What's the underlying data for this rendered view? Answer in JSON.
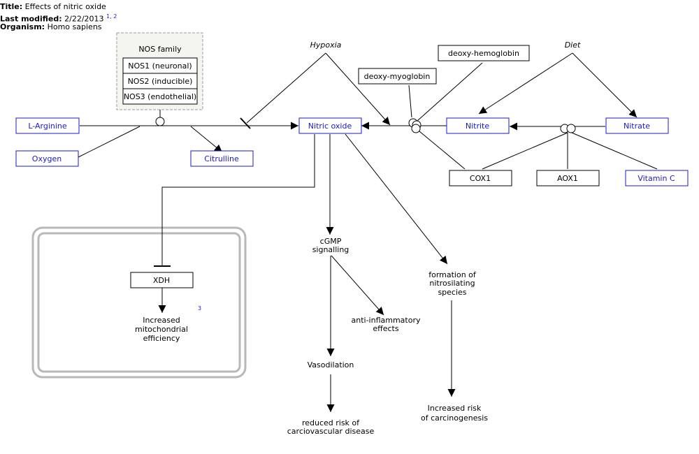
{
  "header": {
    "title_label": "Title:",
    "title_value": "Effects of nitric oxide",
    "modified_label": "Last modified:",
    "modified_value": "2/22/2013",
    "modified_refs": "1, 2",
    "organism_label": "Organism:",
    "organism_value": "Homo sapiens"
  },
  "colors": {
    "link": "#1a1acc",
    "line": "#000000",
    "group_fill": "#f5f5ef",
    "group_border": "#9a9a9a",
    "compartment": "#b8b8b8"
  },
  "nodes": {
    "l_arginine": "L-Arginine",
    "oxygen": "Oxygen",
    "citrulline": "Citrulline",
    "nitric_oxide": "Nitric oxide",
    "nitrite": "Nitrite",
    "nitrate": "Nitrate",
    "deoxy_hemoglobin": "deoxy-hemoglobin",
    "deoxy_myoglobin": "deoxy-myoglobin",
    "cox1": "COX1",
    "aox1": "AOX1",
    "vitamin_c": "Vitamin C",
    "xdh": "XDH",
    "nos_family": "NOS family",
    "nos1": "NOS1 (neuronal)",
    "nos2": "NOS2 (inducible)",
    "nos3": "NOS3 (endothelial)"
  },
  "labels": {
    "hypoxia": "Hypoxia",
    "diet": "Diet",
    "cgmp_1": "cGMP",
    "cgmp_2": "signalling",
    "anti_1": "anti-inflammatory",
    "anti_2": "effects",
    "vasodilation": "Vasodilation",
    "reduced_1": "reduced risk of",
    "reduced_2": "carciovascular disease",
    "formation_1": "formation of",
    "formation_2": "nitrosilating",
    "formation_3": "species",
    "carcino_1": "Increased risk",
    "carcino_2": "of carcinogenesis",
    "mito_1": "Increased",
    "mito_2": "mitochondrial",
    "mito_3": "efficiency",
    "mito_ref": "3"
  }
}
